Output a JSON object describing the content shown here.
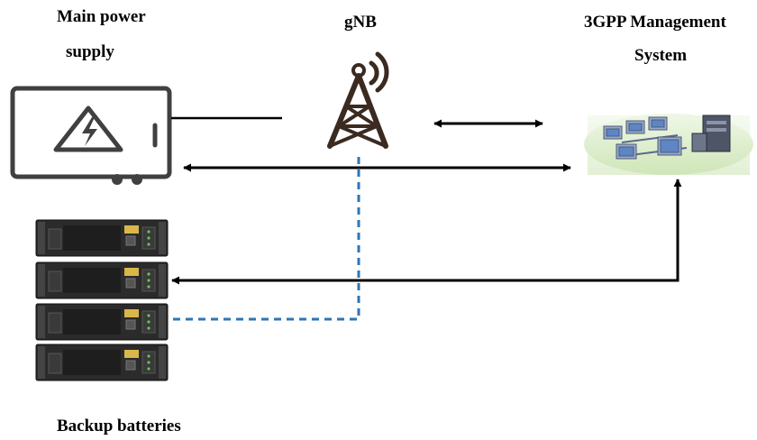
{
  "labels": {
    "power_line1": "Main power",
    "power_line2": "supply",
    "gnb": "gNB",
    "mgmt_line1": "3GPP Management",
    "mgmt_line2": "System",
    "batteries": "Backup batteries"
  },
  "colors": {
    "ink": "#000000",
    "device_gray": "#404040",
    "dashed_link": "#2e75b6",
    "battery_body": "#2b2b2b",
    "network_bg": "#dff0cf"
  },
  "icons": [
    "power-supply-icon",
    "gnb-tower-icon",
    "network-computers-icon",
    "battery-unit-icon"
  ]
}
